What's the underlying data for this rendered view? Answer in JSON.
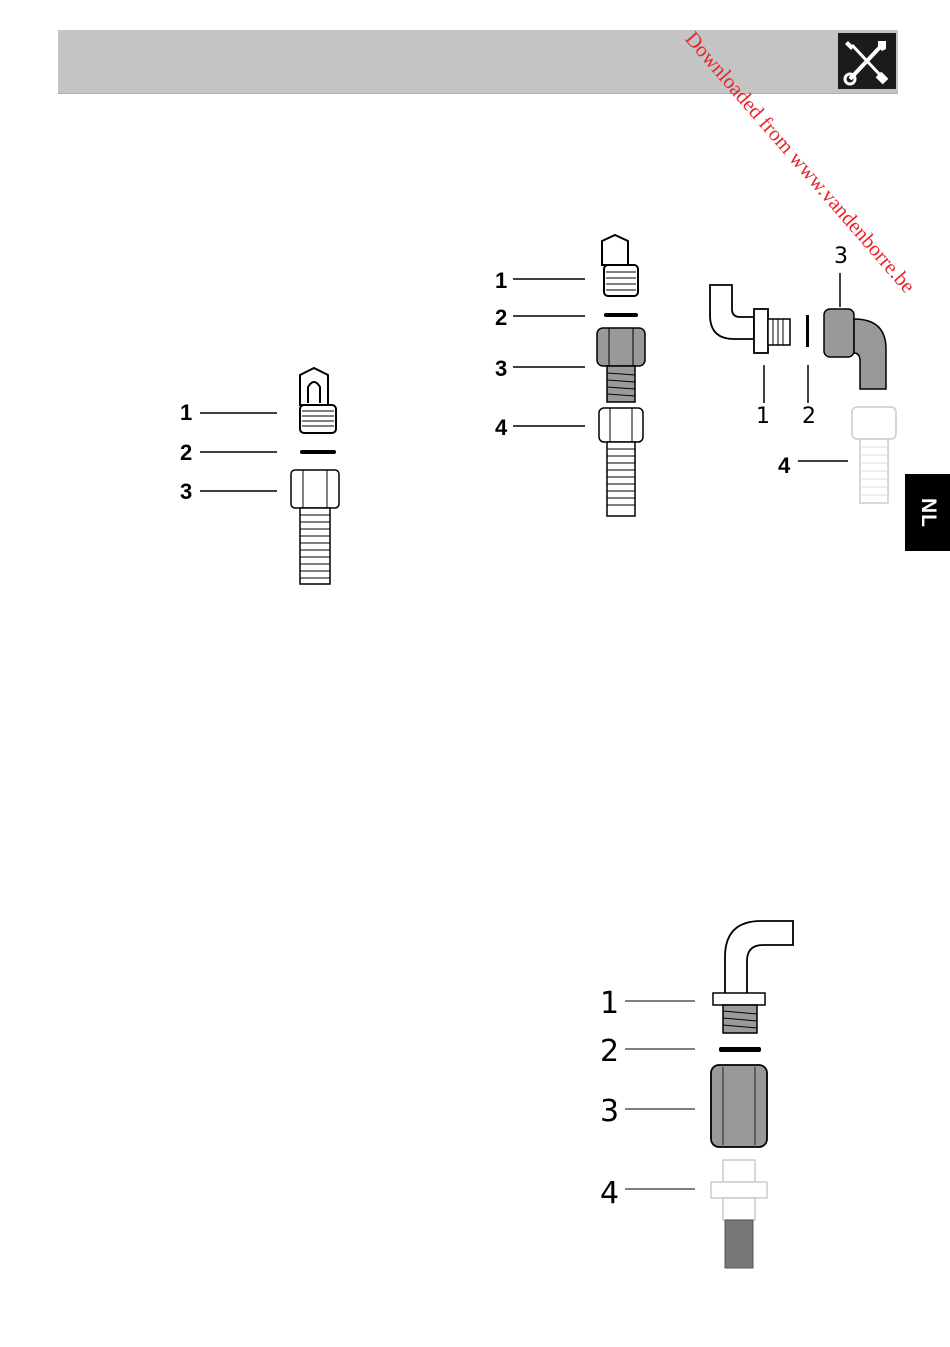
{
  "header": {
    "background": "#c4c4c4",
    "tools_icon": "wrench-screwdriver-icon"
  },
  "watermark": {
    "text": "Downloaded from www.vandenborre.be",
    "color": "#e8262a"
  },
  "language_tab": {
    "label": "NL"
  },
  "figures": {
    "fig1": {
      "labels": [
        "1",
        "2",
        "3"
      ]
    },
    "fig2": {
      "labels": [
        "1",
        "2",
        "3",
        "4"
      ]
    },
    "fig3": {
      "labels": [
        "1",
        "2",
        "3",
        "4"
      ]
    },
    "fig4": {
      "labels": [
        "1",
        "2",
        "3",
        "4"
      ]
    }
  }
}
